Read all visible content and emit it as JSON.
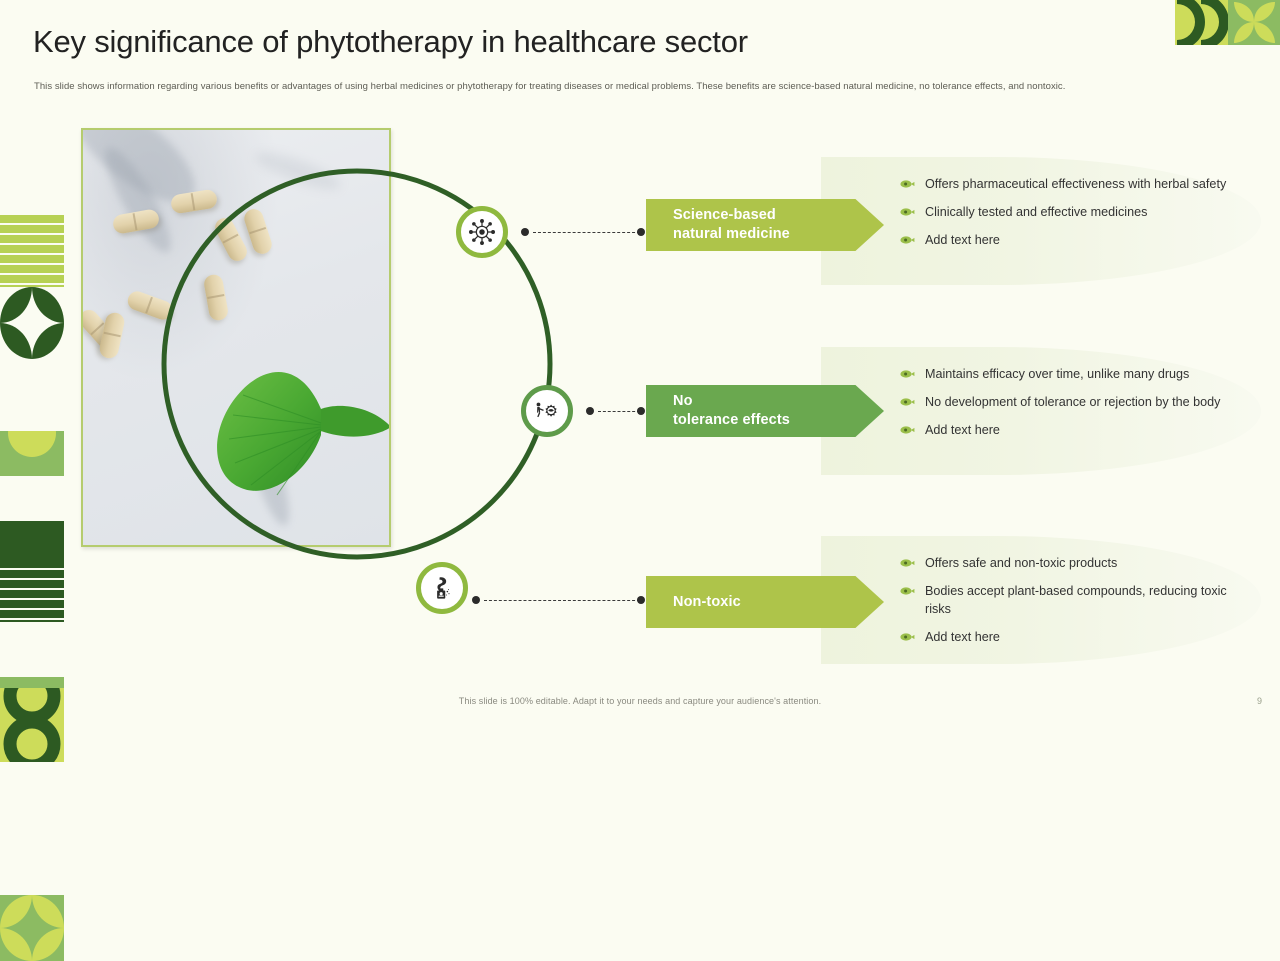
{
  "slide": {
    "title": "Key significance of phytotherapy in healthcare sector",
    "subtitle": "This slide shows information regarding various benefits or advantages of using herbal medicines or phytotherapy for treating diseases or medical problems. These benefits are science-based natural medicine, no tolerance effects, and nontoxic.",
    "footer_note": "This slide is 100% editable.  Adapt it to your needs and capture your audience's attention.",
    "page_number": "9"
  },
  "colors": {
    "background": "#fbfcf2",
    "accent_light_green": "#b7d154",
    "accent_mid_green": "#8fb93f",
    "accent_medium_green": "#6aa84f",
    "accent_dark_green": "#2d5a22",
    "ring_green": "#2f5f26",
    "halo_green": "#eef3dd",
    "title_text": "#222222",
    "body_text": "#333333"
  },
  "photo": {
    "name": "herbal-capsules-and-ginkgo-leaf-photo",
    "alt": "Herbal capsules scattered on white marble next to a green ginkgo biloba leaf"
  },
  "rows": [
    {
      "id": "science-based-natural-medicine",
      "label_line1": "Science-based",
      "label_line2": "natural medicine",
      "chevron_color": "#aec44a",
      "icon": "virus-molecule-icon",
      "bullets": [
        "Offers pharmaceutical effectiveness with herbal safety",
        "Clinically tested and effective medicines",
        "Add text here"
      ]
    },
    {
      "id": "no-tolerance-effects",
      "label_line1": "No",
      "label_line2": "tolerance effects",
      "chevron_color": "#6aa84f",
      "icon": "person-pushing-gear-icon",
      "bullets": [
        "Maintains  efficacy over time, unlike many drugs",
        "No development of tolerance or rejection by the body",
        "Add text here"
      ]
    },
    {
      "id": "non-toxic",
      "label_line1": "Non-toxic",
      "label_line2": "",
      "chevron_color": "#aec44a",
      "icon": "toxic-bottle-icon",
      "bullets": [
        "Offers safe and non-toxic products",
        "Bodies accept plant-based compounds, reducing toxic risks",
        "Add text here"
      ]
    }
  ],
  "decor": {
    "logo_left": "logo-half-rings",
    "logo_right": "logo-four-petal",
    "left_strip": [
      "light-green-stripes",
      "dark-four-petal",
      "light-green-half-circle",
      "dark-green-half-circle",
      "mid-green-half-circle",
      "dark-green-stripes",
      "light-four-petal-on-green",
      "dark-rings-on-yellow"
    ]
  }
}
